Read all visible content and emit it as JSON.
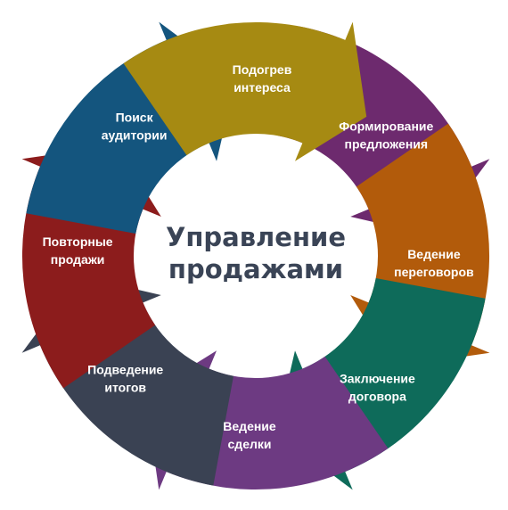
{
  "center": {
    "line1": "Управление",
    "line2": "продажами",
    "color": "#3a4456"
  },
  "stages": [
    {
      "line1": "Подогрев",
      "line2": "интереса",
      "color": "#a68a12",
      "label_color": "#ffffff"
    },
    {
      "line1": "Формирование",
      "line2": "предложения",
      "color": "#6d2a6e",
      "label_color": "#ffffff"
    },
    {
      "line1": "Ведение",
      "line2": "переговоров",
      "color": "#b25b0b",
      "label_color": "#ffffff"
    },
    {
      "line1": "Заключение",
      "line2": "договора",
      "color": "#0e6b5a",
      "label_color": "#ffffff"
    },
    {
      "line1": "Ведение",
      "line2": "сделки",
      "color": "#6d3a82",
      "label_color": "#ffffff"
    },
    {
      "line1": "Подведение",
      "line2": "итогов",
      "color": "#3a4253",
      "label_color": "#ffffff"
    },
    {
      "line1": "Повторные",
      "line2": "продажи",
      "color": "#8c1c1c",
      "label_color": "#ffffff"
    },
    {
      "line1": "Поиск",
      "line2": "аудитории",
      "color": "#14557e",
      "label_color": "#ffffff"
    }
  ]
}
